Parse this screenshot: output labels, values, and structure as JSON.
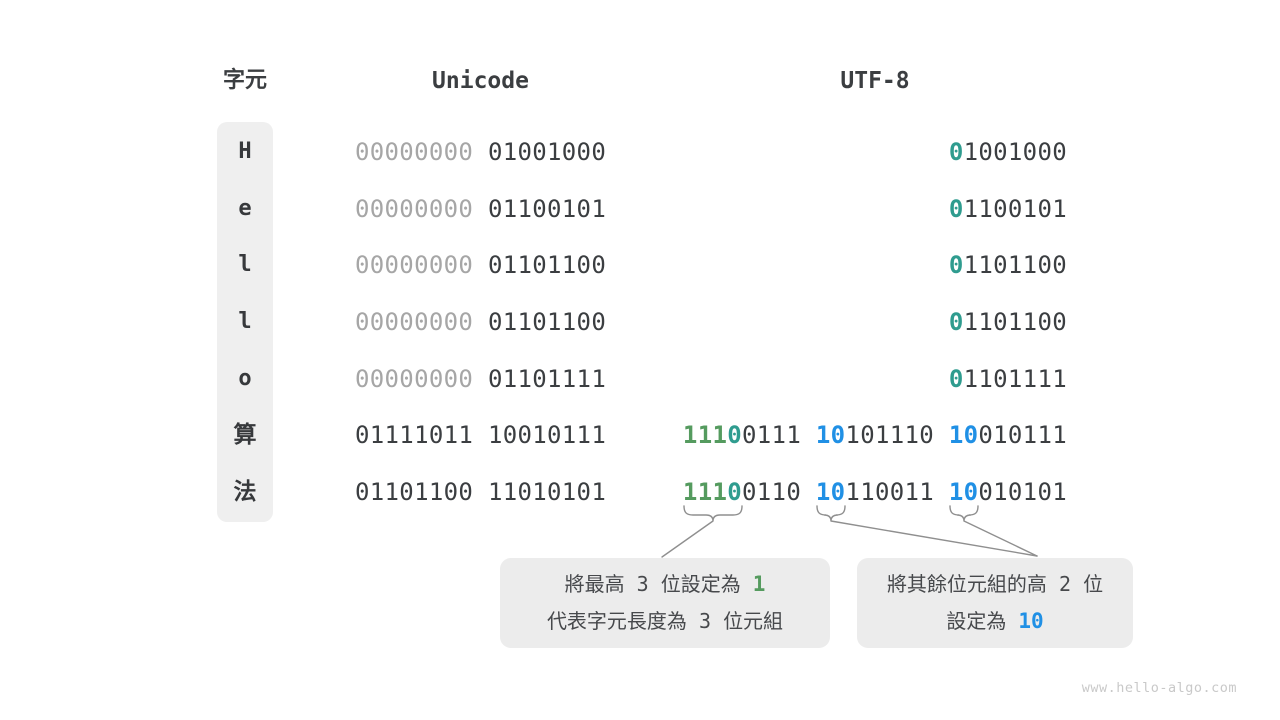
{
  "headers": {
    "char": "字元",
    "unicode": "Unicode",
    "utf8": "UTF-8"
  },
  "colors": {
    "dark_text": "#3b3e41",
    "gray_leading_zero": "#a6a6a6",
    "teal_bit": "#2f9c8f",
    "green_bits": "#559b5f",
    "blue_bits": "#2090e5",
    "char_column_bg": "#efefef",
    "callout_bg": "#ececec",
    "connector_line": "#8f8f8f",
    "watermark": "#c9c9c9"
  },
  "rows": [
    {
      "char": "H",
      "cjk": false,
      "unicode": [
        {
          "t": "00000000",
          "c": "gray"
        },
        {
          "t": " ",
          "c": "gray"
        },
        {
          "t": "01001000",
          "c": "dark"
        }
      ],
      "utf8": [
        {
          "t": "0",
          "c": "teal"
        },
        {
          "t": "1001000",
          "c": "dark"
        }
      ]
    },
    {
      "char": "e",
      "cjk": false,
      "unicode": [
        {
          "t": "00000000",
          "c": "gray"
        },
        {
          "t": " ",
          "c": "gray"
        },
        {
          "t": "01100101",
          "c": "dark"
        }
      ],
      "utf8": [
        {
          "t": "0",
          "c": "teal"
        },
        {
          "t": "1100101",
          "c": "dark"
        }
      ]
    },
    {
      "char": "l",
      "cjk": false,
      "unicode": [
        {
          "t": "00000000",
          "c": "gray"
        },
        {
          "t": " ",
          "c": "gray"
        },
        {
          "t": "01101100",
          "c": "dark"
        }
      ],
      "utf8": [
        {
          "t": "0",
          "c": "teal"
        },
        {
          "t": "1101100",
          "c": "dark"
        }
      ]
    },
    {
      "char": "l",
      "cjk": false,
      "unicode": [
        {
          "t": "00000000",
          "c": "gray"
        },
        {
          "t": " ",
          "c": "gray"
        },
        {
          "t": "01101100",
          "c": "dark"
        }
      ],
      "utf8": [
        {
          "t": "0",
          "c": "teal"
        },
        {
          "t": "1101100",
          "c": "dark"
        }
      ]
    },
    {
      "char": "o",
      "cjk": false,
      "unicode": [
        {
          "t": "00000000",
          "c": "gray"
        },
        {
          "t": " ",
          "c": "gray"
        },
        {
          "t": "01101111",
          "c": "dark"
        }
      ],
      "utf8": [
        {
          "t": "0",
          "c": "teal"
        },
        {
          "t": "1101111",
          "c": "dark"
        }
      ]
    },
    {
      "char": "算",
      "cjk": true,
      "unicode": [
        {
          "t": "01111011",
          "c": "dark"
        },
        {
          "t": " ",
          "c": "dark"
        },
        {
          "t": "10010111",
          "c": "dark"
        }
      ],
      "utf8": [
        {
          "t": "111",
          "c": "green"
        },
        {
          "t": "0",
          "c": "teal"
        },
        {
          "t": "0111",
          "c": "dark"
        },
        {
          "t": " ",
          "c": "dark"
        },
        {
          "t": "10",
          "c": "blue"
        },
        {
          "t": "101110",
          "c": "dark"
        },
        {
          "t": " ",
          "c": "dark"
        },
        {
          "t": "10",
          "c": "blue"
        },
        {
          "t": "010111",
          "c": "dark"
        }
      ]
    },
    {
      "char": "法",
      "cjk": true,
      "unicode": [
        {
          "t": "01101100",
          "c": "dark"
        },
        {
          "t": " ",
          "c": "dark"
        },
        {
          "t": "11010101",
          "c": "dark"
        }
      ],
      "utf8": [
        {
          "t": "111",
          "c": "green"
        },
        {
          "t": "0",
          "c": "teal"
        },
        {
          "t": "0110",
          "c": "dark"
        },
        {
          "t": " ",
          "c": "dark"
        },
        {
          "t": "10",
          "c": "blue"
        },
        {
          "t": "110011",
          "c": "dark"
        },
        {
          "t": " ",
          "c": "dark"
        },
        {
          "t": "10",
          "c": "blue"
        },
        {
          "t": "010101",
          "c": "dark"
        }
      ]
    }
  ],
  "callouts": [
    {
      "id": "high-bits",
      "lines": [
        [
          {
            "t": "將最高",
            "c": "text"
          },
          {
            "t": " 3 ",
            "c": "num"
          },
          {
            "t": "位設定為",
            "c": "text"
          },
          {
            "t": " ",
            "c": "num"
          },
          {
            "t": "1",
            "c": "green"
          }
        ],
        [
          {
            "t": "代表字元長度為",
            "c": "text"
          },
          {
            "t": " 3 ",
            "c": "num"
          },
          {
            "t": "位元組",
            "c": "text"
          }
        ]
      ]
    },
    {
      "id": "continuation-bits",
      "lines": [
        [
          {
            "t": "將其餘位元組的高",
            "c": "text"
          },
          {
            "t": " 2 ",
            "c": "num"
          },
          {
            "t": "位",
            "c": "text"
          }
        ],
        [
          {
            "t": "設定為",
            "c": "text"
          },
          {
            "t": " ",
            "c": "num"
          },
          {
            "t": "10",
            "c": "blue"
          }
        ]
      ]
    }
  ],
  "watermark": "www.hello-algo.com"
}
